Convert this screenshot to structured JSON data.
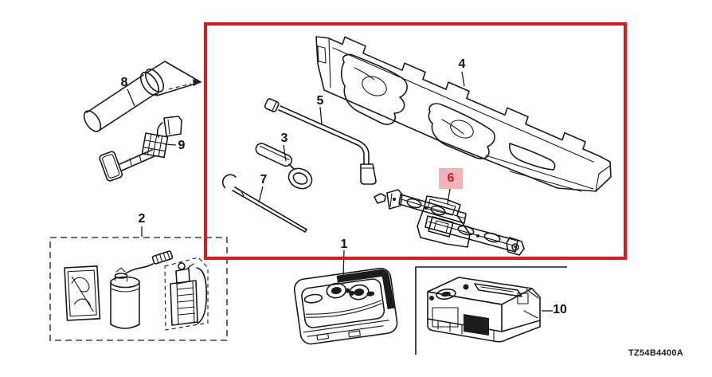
{
  "diagram": {
    "code": "TZ54B4400A",
    "highlighted_part_label": "6",
    "colors": {
      "highlight_box": "#e0181e",
      "badge_background": "#f3b4b8",
      "badge_text": "#c42127",
      "line_art": "#1a1a1a",
      "background": "#ffffff"
    },
    "parts": [
      {
        "label": "1"
      },
      {
        "label": "2"
      },
      {
        "label": "3"
      },
      {
        "label": "4"
      },
      {
        "label": "5"
      },
      {
        "label": "6"
      },
      {
        "label": "7"
      },
      {
        "label": "8"
      },
      {
        "label": "9"
      },
      {
        "label": "10"
      }
    ]
  }
}
